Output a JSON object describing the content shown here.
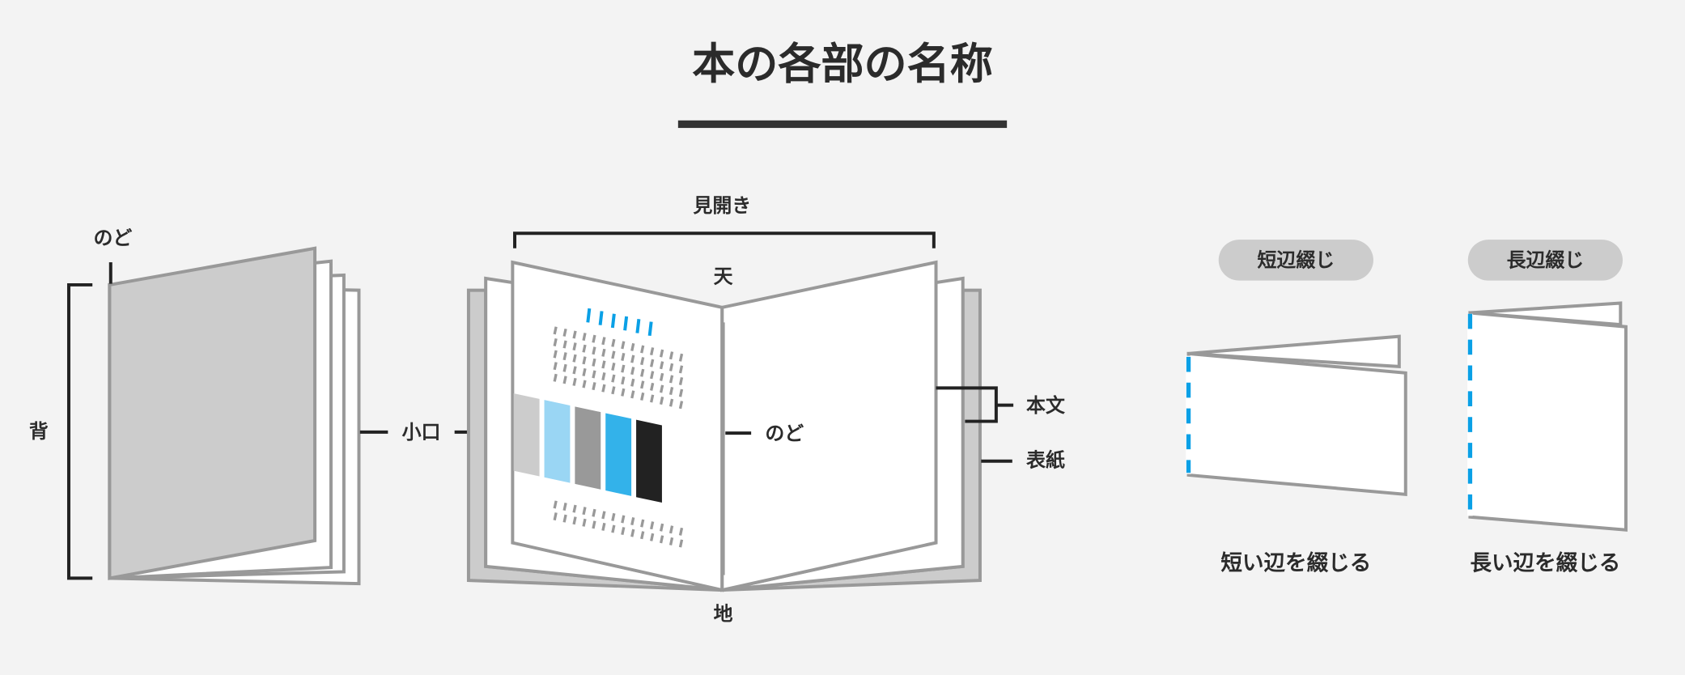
{
  "title": "本の各部の名称",
  "closed_book": {
    "nodo": "のど",
    "se": "背",
    "koguchi": "小口"
  },
  "open_book": {
    "mihiraki": "見開き",
    "ten": "天",
    "chi": "地",
    "nodo": "のど",
    "honbun": "本文",
    "hyoshi": "表紙",
    "swatch_colors": [
      "#cccccc",
      "#9ad6f4",
      "#999999",
      "#33b2ea",
      "#222222"
    ]
  },
  "binding": {
    "short_edge": {
      "badge": "短辺綴じ",
      "caption": "短い辺を綴じる"
    },
    "long_edge": {
      "badge": "長辺綴じ",
      "caption": "長い辺を綴じる"
    }
  },
  "colors": {
    "accent": "#0aa0e6",
    "text": "#2b2b2b",
    "background": "#f3f3f3"
  }
}
